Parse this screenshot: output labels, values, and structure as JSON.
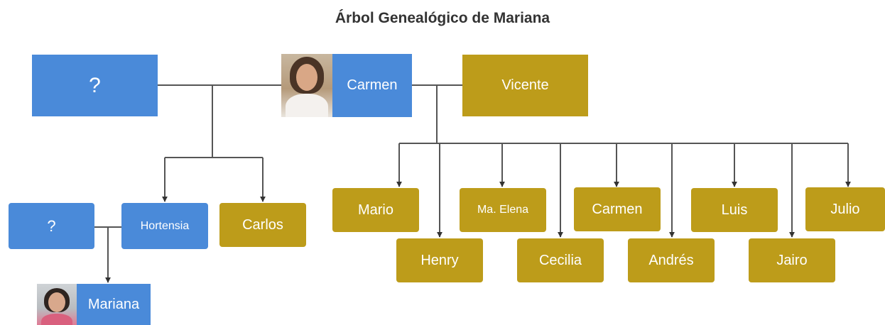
{
  "title": "Árbol Genealógico de Mariana",
  "nodes": {
    "unknown_top": "?",
    "carmen_parent": "Carmen",
    "vicente": "Vicente",
    "unknown_left": "?",
    "hortensia": "Hortensia",
    "carlos": "Carlos",
    "mariana": "Mariana",
    "mario": "Mario",
    "henry": "Henry",
    "ma_elena": "Ma. Elena",
    "cecilia": "Cecilia",
    "carmen_child": "Carmen",
    "andres": "Andrés",
    "luis": "Luis",
    "jairo": "Jairo",
    "julio": "Julio"
  },
  "colors": {
    "blue": "#4a8ad9",
    "gold": "#bd9c1a",
    "line": "#555555"
  }
}
